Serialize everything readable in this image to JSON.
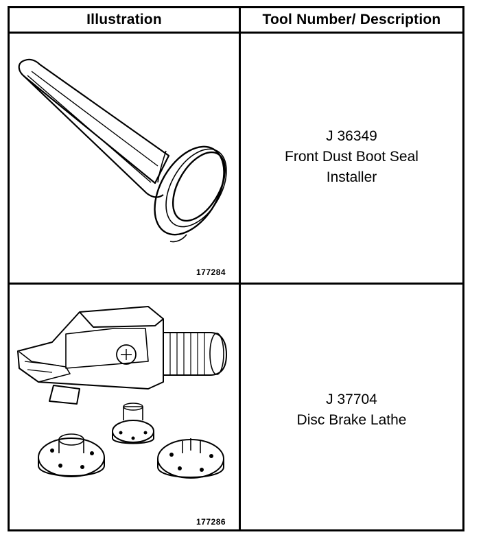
{
  "header": {
    "illustration": "Illustration",
    "tool_description": "Tool Number/ Description"
  },
  "rows": [
    {
      "tool_number": "J 36349",
      "description_line1": "Front Dust Boot Seal",
      "description_line2": "Installer",
      "figure_number": "177284",
      "icon": "seal-installer-icon"
    },
    {
      "tool_number": "J 37704",
      "description_line1": "Disc Brake Lathe",
      "figure_number": "177286",
      "icon": "brake-lathe-icon"
    }
  ]
}
